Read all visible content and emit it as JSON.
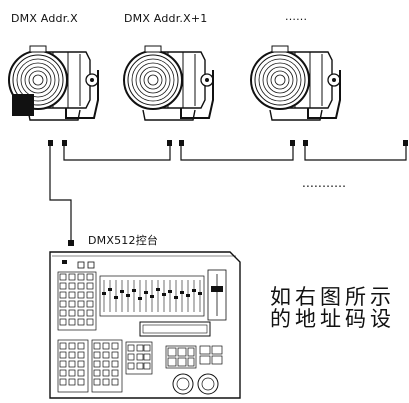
{
  "fixtures": [
    {
      "address_label": "DMX Addr.X"
    },
    {
      "address_label": "DMX Addr.X+1"
    },
    {
      "address_label": "......"
    }
  ],
  "chain_continuation": "...........",
  "console": {
    "label": "DMX512控台"
  },
  "note": {
    "line1": "如右图所示",
    "line2": "的地址码设"
  }
}
